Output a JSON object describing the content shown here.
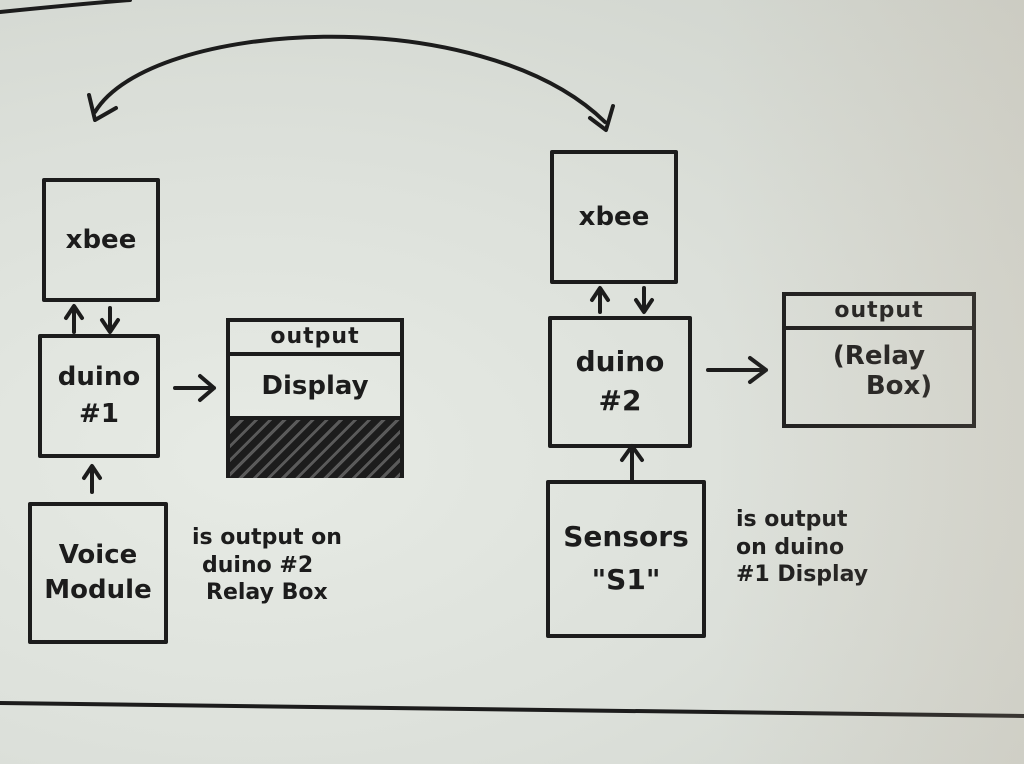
{
  "left": {
    "xbee_label": "xbee",
    "duino_line1": "duino",
    "duino_line2": "#1",
    "voice_line1": "Voice",
    "voice_line2": "Module",
    "output_header": "output",
    "output_body": "Display",
    "note_lines": [
      "is output on",
      "duino #2",
      "Relay Box"
    ]
  },
  "right": {
    "xbee_label": "xbee",
    "duino_line1": "duino",
    "duino_line2": "#2",
    "sensors_line1": "Sensors",
    "sensors_line2": "\"S1\"",
    "output_header": "output",
    "output_line1": "(Relay",
    "output_line2": "Box)",
    "note_lines": [
      "is output",
      "on duino",
      "#1 Display"
    ]
  },
  "colors": {
    "ink": "#1c1c1c",
    "paper": "#dde1db"
  }
}
